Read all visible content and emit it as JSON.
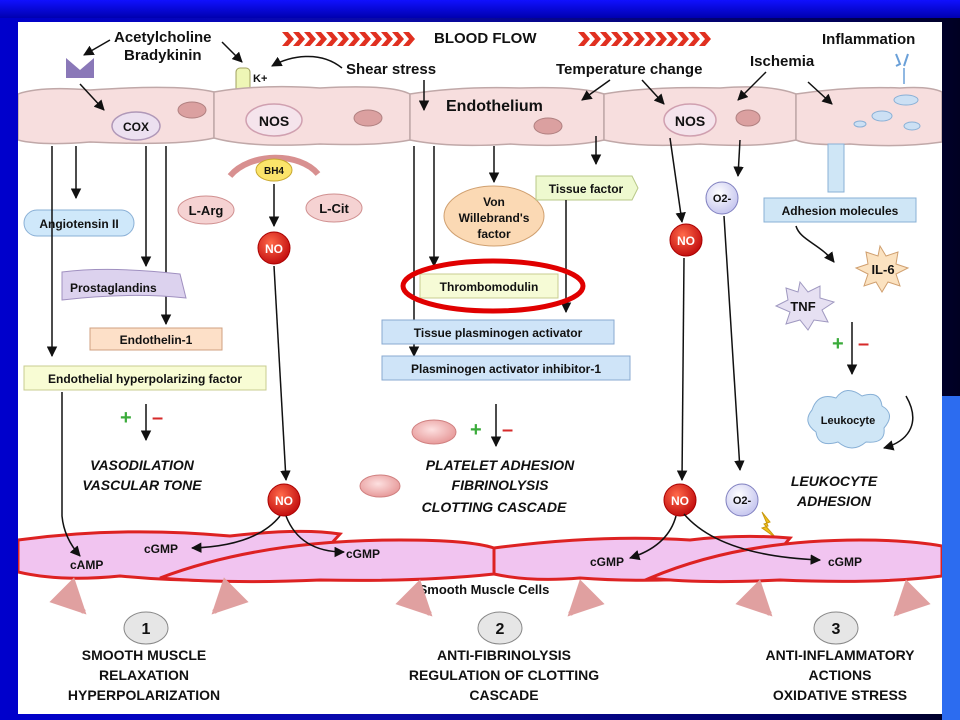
{
  "colors": {
    "background_blue": "#0a0a9a",
    "cell_fill": "#f7dede",
    "cell_stroke": "#b09090",
    "muscle_fill": "#f1c4f0",
    "muscle_stroke": "#d22",
    "no_red": "#d61a1a",
    "highlight_red": "#e00000",
    "chevron_red": "#e03020",
    "plus_green": "#3bab3b",
    "minus_red": "#d62a2a"
  },
  "top": {
    "acetylcholine": "Acetylcholine",
    "bradykinin": "Bradykinin",
    "k_plus": "K+",
    "shear_stress": "Shear stress",
    "blood_flow": "BLOOD FLOW",
    "temperature_change": "Temperature change",
    "ischemia": "Ischemia",
    "inflammation": "Inflammation",
    "endothelium": "Endothelium"
  },
  "col1": {
    "cox": "COX",
    "angiotensin": "Angiotensin II",
    "prostaglandins": "Prostaglandins",
    "endothelin": "Endothelin-1",
    "ehf": "Endothelial hyperpolarizing factor",
    "outcome_line1": "VASODILATION",
    "outcome_line2": "VASCULAR TONE"
  },
  "col2": {
    "nos": "NOS",
    "bh4": "BH4",
    "l_arg": "L-Arg",
    "l_cit": "L-Cit",
    "no_top": "NO",
    "no_bottom": "NO"
  },
  "col3": {
    "von_line1": "Von",
    "von_line2": "Willebrand's",
    "von_line3": "factor",
    "tissue_factor": "Tissue factor",
    "thrombomodulin": "Thrombomodulin",
    "tpa": "Tissue plasminogen activator",
    "pai": "Plasminogen activator inhibitor-1",
    "outcome_line1": "PLATELET ADHESION",
    "outcome_line2": "FIBRINOLYSIS",
    "outcome_line3": "CLOTTING CASCADE"
  },
  "col4": {
    "nos": "NOS",
    "o2_top": "O2-",
    "no_top": "NO",
    "no_bottom": "NO",
    "o2_bottom": "O2-"
  },
  "col5": {
    "adhesion": "Adhesion molecules",
    "il6": "IL-6",
    "tnf": "TNF",
    "leukocyte": "Leukocyte",
    "outcome_line1": "LEUKOCYTE",
    "outcome_line2": "ADHESION"
  },
  "signs": {
    "plus": "+",
    "minus": "–"
  },
  "muscle": {
    "camp": "cAMP",
    "cgmp_1": "cGMP",
    "cgmp_2": "cGMP",
    "cgmp_3": "cGMP",
    "cgmp_4": "cGMP",
    "caption": "Smooth Muscle Cells"
  },
  "bottom": {
    "num1": "1",
    "num2": "2",
    "num3": "3",
    "s1_line1": "SMOOTH MUSCLE",
    "s1_line2": "RELAXATION",
    "s1_line3": "HYPERPOLARIZATION",
    "s2_line1": "ANTI-FIBRINOLYSIS",
    "s2_line2": "REGULATION OF CLOTTING",
    "s2_line3": "CASCADE",
    "s3_line1": "ANTI-INFLAMMATORY",
    "s3_line2": "ACTIONS",
    "s3_line3": "OXIDATIVE STRESS"
  }
}
